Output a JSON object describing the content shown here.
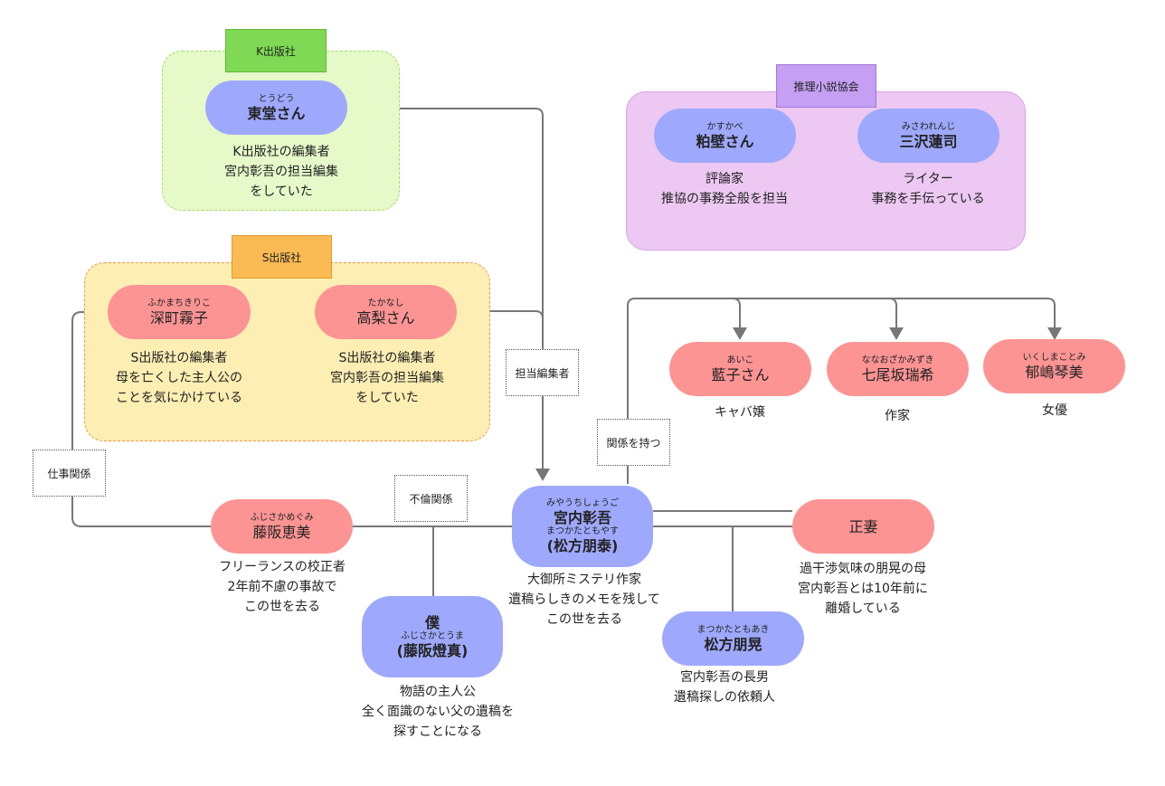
{
  "groups": {
    "k": {
      "title": "K出版社"
    },
    "s": {
      "title": "S出版社"
    },
    "m": {
      "title": "推理小説協会"
    }
  },
  "nodes": {
    "todo": {
      "ruby": "とうどう",
      "name": "東堂さん",
      "desc": "K出版社の編集者\n宮内彰吾の担当編集\nをしていた"
    },
    "fukamachi": {
      "ruby": "ふかまちきりこ",
      "name": "深町霧子",
      "desc": "S出版社の編集者\n母を亡くした主人公の\nことを気にかけている"
    },
    "takanashi": {
      "ruby": "たかなし",
      "name": "高梨さん",
      "desc": "S出版社の編集者\n宮内彰吾の担当編集\nをしていた"
    },
    "kasukabe": {
      "ruby": "かすかべ",
      "name": "粕壁さん",
      "desc": "評論家\n推協の事務全般を担当"
    },
    "misawa": {
      "ruby": "みさわれんじ",
      "name": "三沢蓮司",
      "desc": "ライター\n事務を手伝っている"
    },
    "aiko": {
      "ruby": "あいこ",
      "name": "藍子さん",
      "desc": "キャバ嬢"
    },
    "nanao": {
      "ruby": "ななおざかみずき",
      "name": "七尾坂瑞希",
      "desc": "作家"
    },
    "ikushima": {
      "ruby": "いくしまことみ",
      "name": "郁嶋琴美",
      "desc": "女優"
    },
    "fujisaka_megumi": {
      "ruby": "ふじさかめぐみ",
      "name": "藤阪恵美",
      "desc": "フリーランスの校正者\n2年前不慮の事故で\nこの世を去る"
    },
    "miyauchi": {
      "ruby": "みやうちしょうご",
      "name": "宮内彰吾",
      "ruby2": "まつかたともやす",
      "name2": "(松方朋泰)",
      "desc": "大御所ミステリ作家\n遺稿らしきのメモを残して\nこの世を去る"
    },
    "seisai": {
      "name": "正妻",
      "desc": "過干渉気味の朋晃の母\n宮内彰吾とは10年前に\n離婚している"
    },
    "boku": {
      "name": "僕",
      "ruby": "ふじさかとうま",
      "name2": "(藤阪燈真)",
      "desc": "物語の主人公\n全く面識のない父の遺稿を\n探すことになる"
    },
    "tomoaki": {
      "ruby": "まつかたともあき",
      "name": "松方朋晃",
      "desc": "宮内彰吾の長男\n遺稿探しの依頼人"
    }
  },
  "labels": {
    "tanto": "担当編集者",
    "kankei": "関係を持つ",
    "shigoto": "仕事関係",
    "furin": "不倫関係"
  },
  "colors": {
    "blue_node": "#9ea9fd",
    "pink_node": "#fd9494",
    "line": "#777777"
  }
}
